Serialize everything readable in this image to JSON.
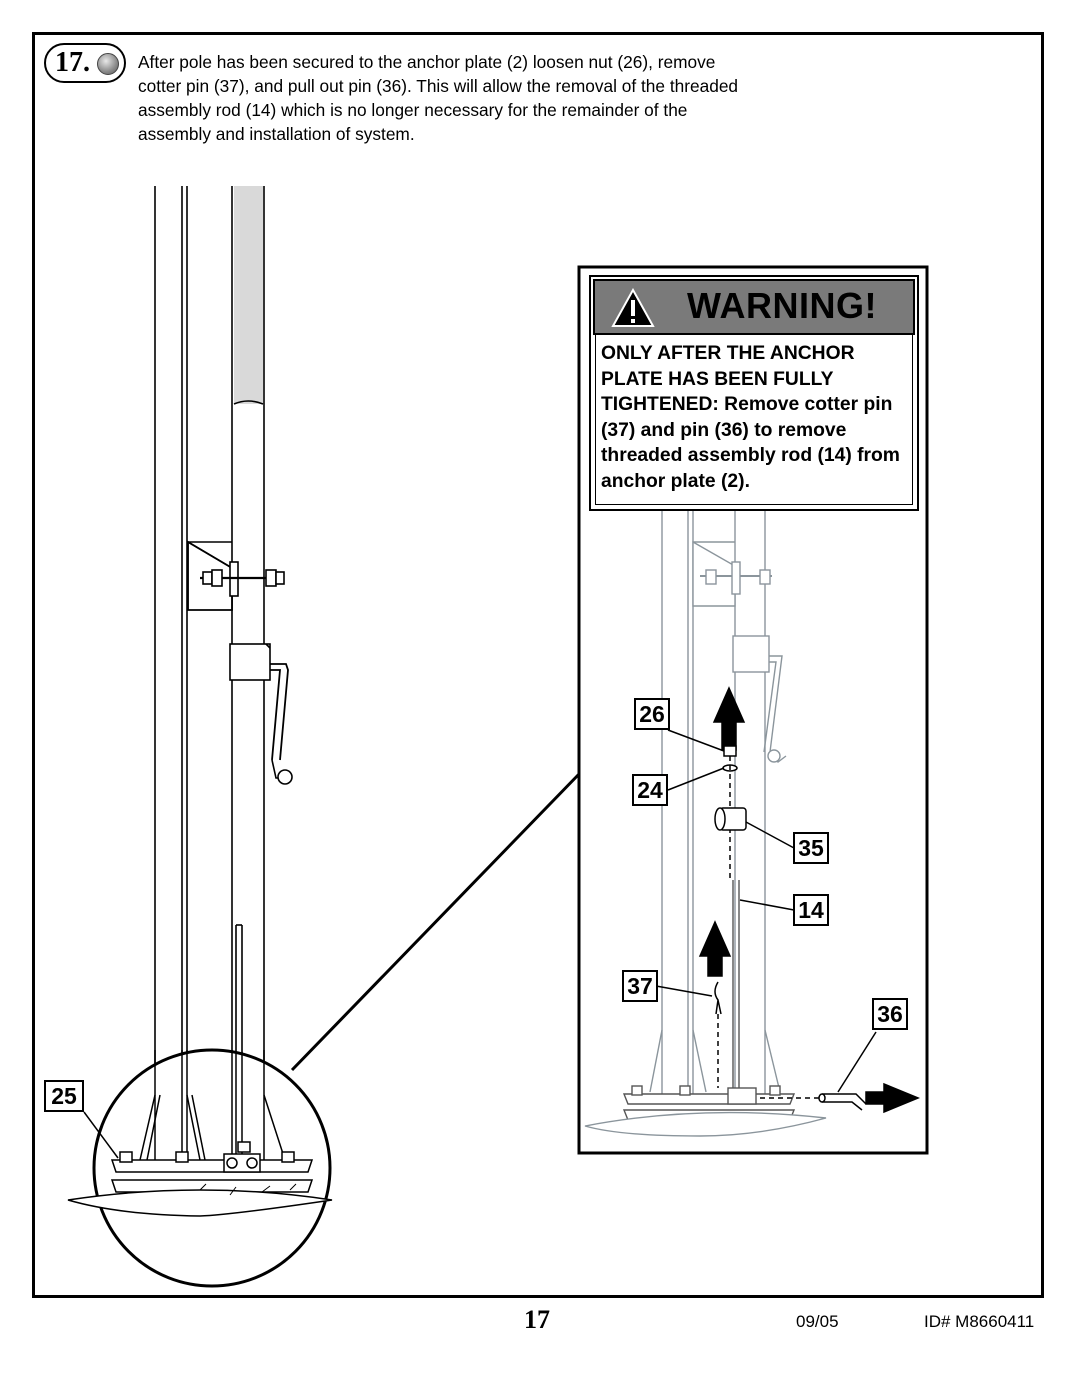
{
  "step": {
    "number": "17.",
    "icon": "hardware-icon",
    "instruction": "After pole has been secured to the anchor plate (2) loosen nut (26), remove cotter pin (37), and pull out pin (36). This will allow the removal of the threaded assembly rod (14) which is no longer necessary for the remainder of the assembly and installation of system."
  },
  "warning": {
    "title": "WARNING!",
    "icon": "warning-triangle-icon",
    "message": "ONLY AFTER THE ANCHOR PLATE HAS BEEN FULLY TIGHTENED:  Remove cotter pin (37) and pin (36) to remove threaded assembly rod (14) from anchor plate (2)."
  },
  "callouts": {
    "c25": "25",
    "c26": "26",
    "c24": "24",
    "c35": "35",
    "c14": "14",
    "c37": "37",
    "c36": "36"
  },
  "footer": {
    "page_number": "17",
    "date": "09/05",
    "id_label": "ID#  M8660411"
  }
}
